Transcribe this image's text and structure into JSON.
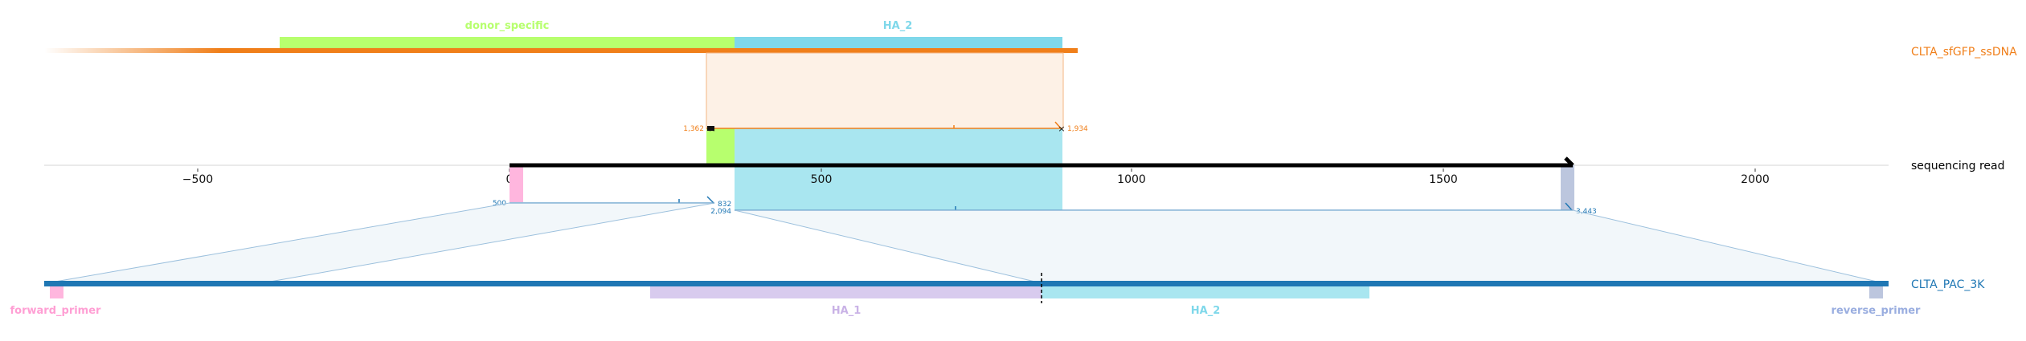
{
  "tracks": {
    "donor": {
      "label": "CLTA_sfGFP_ssDNA",
      "color": "#f07f1a"
    },
    "read": {
      "label": "sequencing read",
      "color": "#000000"
    },
    "target": {
      "label": "CLTA_PAC_3K",
      "color": "#1f77b4"
    }
  },
  "axis": {
    "ticks": [
      {
        "value": -500,
        "label": "−500"
      },
      {
        "value": 0,
        "label": "0"
      },
      {
        "value": 500,
        "label": "500"
      },
      {
        "value": 1000,
        "label": "1000"
      },
      {
        "value": 1500,
        "label": "1500"
      },
      {
        "value": 2000,
        "label": "2000"
      }
    ]
  },
  "features": {
    "donor_specific": {
      "label": "donor_specific",
      "color": "#b7ff6e"
    },
    "ha2_top": {
      "label": "HA_2",
      "color": "#7fd8ea"
    },
    "forward_primer": {
      "label": "forward_primer",
      "color": "#ff9fd4"
    },
    "ha1": {
      "label": "HA_1",
      "color": "#c9b2e6"
    },
    "ha2_bottom": {
      "label": "HA_2",
      "color": "#7fd8ea"
    },
    "reverse_primer": {
      "label": "reverse_primer",
      "color": "#9aaee0"
    }
  },
  "alignments": {
    "donor_start": "1,362",
    "donor_end": "1,934",
    "target1_start": "500",
    "target1_end": "832",
    "target2_start": "2,094",
    "target2_end": "3,443"
  }
}
